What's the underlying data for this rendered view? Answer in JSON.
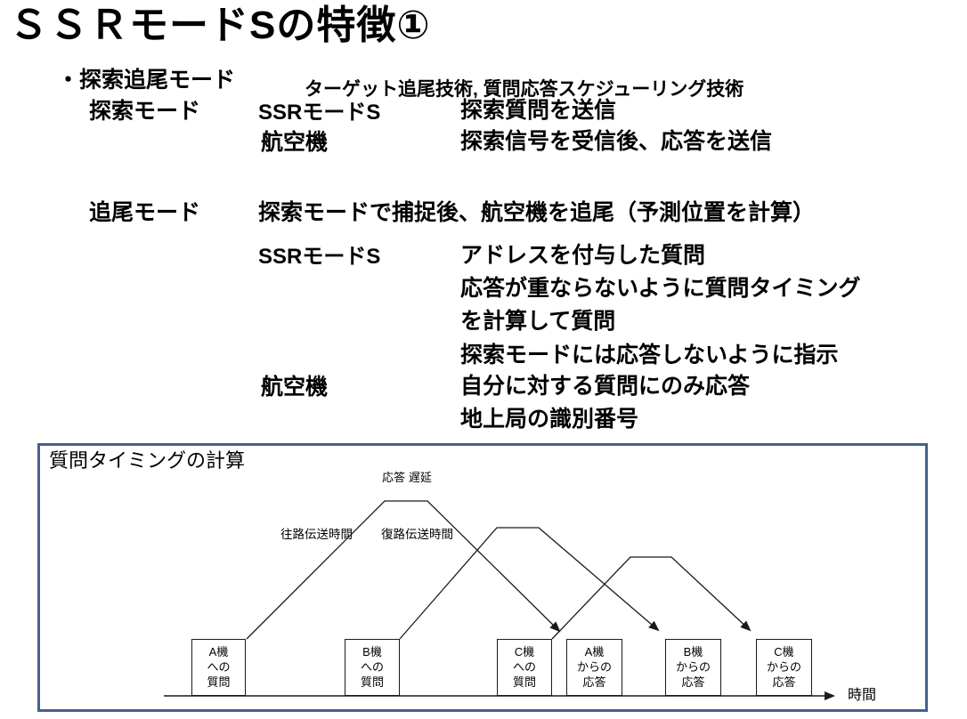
{
  "slide": {
    "title": "ＳＳＲモードSの特徴①",
    "heading": "・探索追尾モード",
    "heading_note": "ターゲット追尾技術, 質問応答スケジューリング技術",
    "search_mode": {
      "label": "探索モード",
      "actor1": "SSRモードS",
      "desc1": "探索質問を送信",
      "actor2": "航空機",
      "desc2": "探索信号を受信後、応答を送信"
    },
    "track_mode": {
      "label": "追尾モード",
      "summary": "探索モードで捕捉後、航空機を追尾（予測位置を計算）",
      "actor1": "SSRモードS",
      "desc1": "アドレスを付与した質問",
      "desc2": "応答が重ならないように質問タイミング",
      "desc3": "を計算して質問",
      "desc4": "探索モードには応答しないように指示",
      "actor2": "航空機",
      "desc5": "自分に対する質問にのみ応答",
      "desc6": "地上局の識別番号"
    }
  },
  "diagram": {
    "title": "質問タイミングの計算",
    "response_delay_line1": "応答",
    "response_delay_line2": "遅延",
    "outbound_label": "往路伝送時間",
    "return_label": "復路伝送時間",
    "time_label": "時間",
    "border_color": "#44618E",
    "line_color": "#1a1a1a",
    "boxes": [
      [
        "A機",
        "への",
        "質問"
      ],
      [
        "B機",
        "への",
        "質問"
      ],
      [
        "C機",
        "への",
        "質問"
      ],
      [
        "A機",
        "からの",
        "応答"
      ],
      [
        "B機",
        "からの",
        "応答"
      ],
      [
        "C機",
        "からの",
        "応答"
      ]
    ]
  }
}
